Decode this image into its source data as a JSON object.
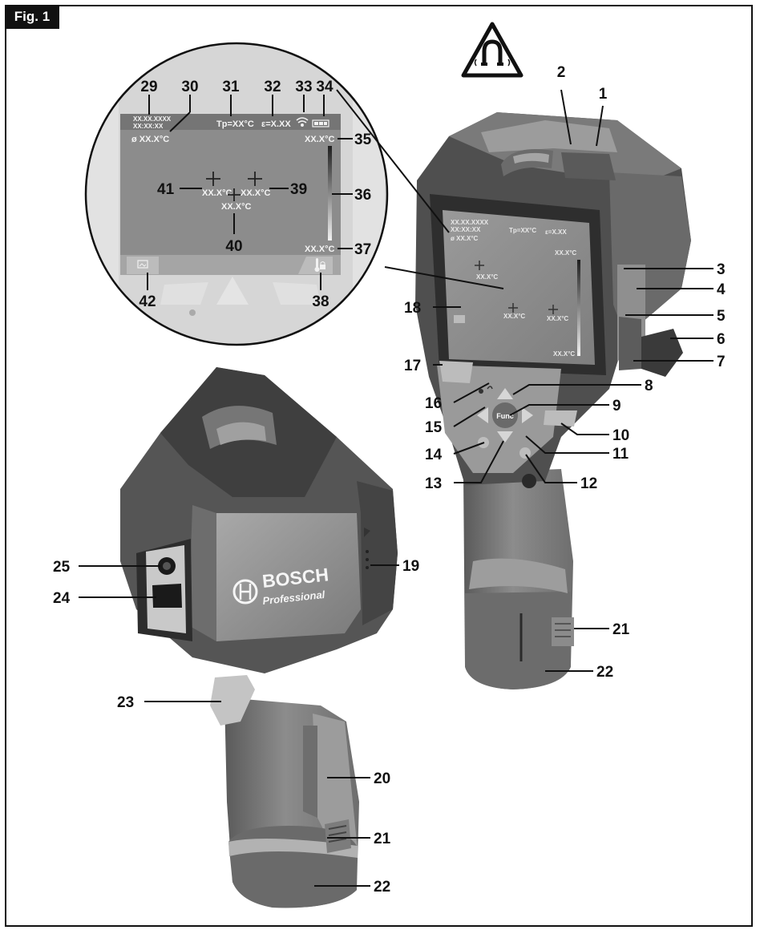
{
  "figure_label": "Fig. 1",
  "brand": {
    "name": "BOSCH",
    "line": "Professional"
  },
  "display": {
    "datetime_line1": "XX.XX.XXXX",
    "datetime_line2": "XX:XX:XX",
    "tp": "Tp=XX°C",
    "emissivity": "ε=X.XX",
    "avg_temp": "ø XX.X°C",
    "max_temp": "XX.X°C",
    "min_temp": "XX.X°C",
    "spot_left": "XX.X°C",
    "spot_right": "XX.X°C",
    "spot_center": "XX.X°C"
  },
  "small_screen": {
    "date": "XX.XX.XXXX",
    "time": "XX:XX:XX",
    "avg": "ø XX.X°C",
    "tp": "Tp=XX°C",
    "emissivity": "ε=X.XX",
    "max": "XX.X°C",
    "min": "XX.X°C",
    "spot1": "XX.X°C",
    "spot2": "XX.X°C",
    "spot3": "XX.X°C"
  },
  "callouts": {
    "c1": "1",
    "c2": "2",
    "c3": "3",
    "c4": "4",
    "c5": "5",
    "c6": "6",
    "c7": "7",
    "c8": "8",
    "c9": "9",
    "c10": "10",
    "c11": "11",
    "c12": "12",
    "c13": "13",
    "c14": "14",
    "c15": "15",
    "c16": "16",
    "c17": "17",
    "c18": "18",
    "c19": "19",
    "c20": "20",
    "c21": "21",
    "c21b": "21",
    "c22": "22",
    "c22b": "22",
    "c23": "23",
    "c24": "24",
    "c25": "25",
    "c29": "29",
    "c30": "30",
    "c31": "31",
    "c32": "32",
    "c33": "33",
    "c34": "34",
    "c35": "35",
    "c36": "36",
    "c37": "37",
    "c38": "38",
    "c39": "39",
    "c40": "40",
    "c41": "41",
    "c42": "42"
  },
  "button_labels": {
    "func": "Func"
  },
  "colors": {
    "body_dark": "#4a4a4a",
    "body_mid": "#8a8a8a",
    "body_light": "#b8b8b8",
    "screen": "#8f8f8f",
    "frame": "#111111"
  },
  "icons": [
    "magnet-warning-icon",
    "wifi-icon",
    "battery-icon",
    "gallery-icon",
    "thermometer-lock-icon",
    "crosshair-icon",
    "bosch-logo-icon"
  ]
}
